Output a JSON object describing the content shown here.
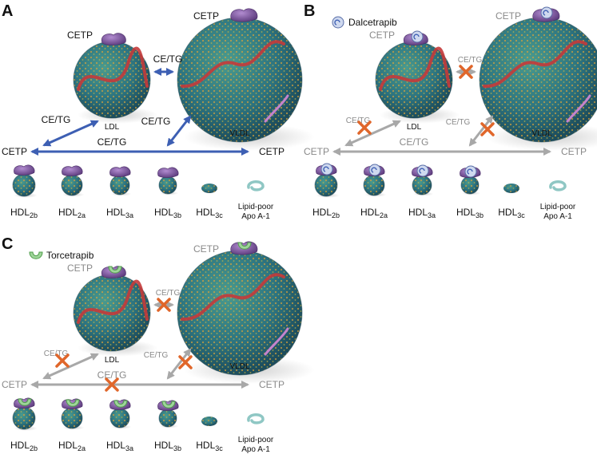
{
  "panels": {
    "A": {
      "letter": "A"
    },
    "B": {
      "letter": "B",
      "drug": "Dalcetrapib"
    },
    "C": {
      "letter": "C",
      "drug": "Torcetrapib"
    }
  },
  "labels": {
    "cetp": "CETP",
    "ce_tg": "CE/TG",
    "ldl": "LDL",
    "vldl": "VLDL",
    "lipid_poor_1": "Lipid-poor",
    "lipid_poor_2": "Apo A-1"
  },
  "hdl": [
    {
      "main": "HDL",
      "sub": "2b"
    },
    {
      "main": "HDL",
      "sub": "2a"
    },
    {
      "main": "HDL",
      "sub": "3a"
    },
    {
      "main": "HDL",
      "sub": "3b"
    },
    {
      "main": "HDL",
      "sub": "3c"
    }
  ],
  "colors": {
    "blue_arrow": "#3d5fb3",
    "gray_arrow": "#a8a8a8",
    "block_x": "#e0662a",
    "particle_core": "#2f7e86",
    "particle_speckle": "#d9a23a",
    "cetp_purple": "#7a4f9c",
    "apo_red": "#c43a3a"
  }
}
